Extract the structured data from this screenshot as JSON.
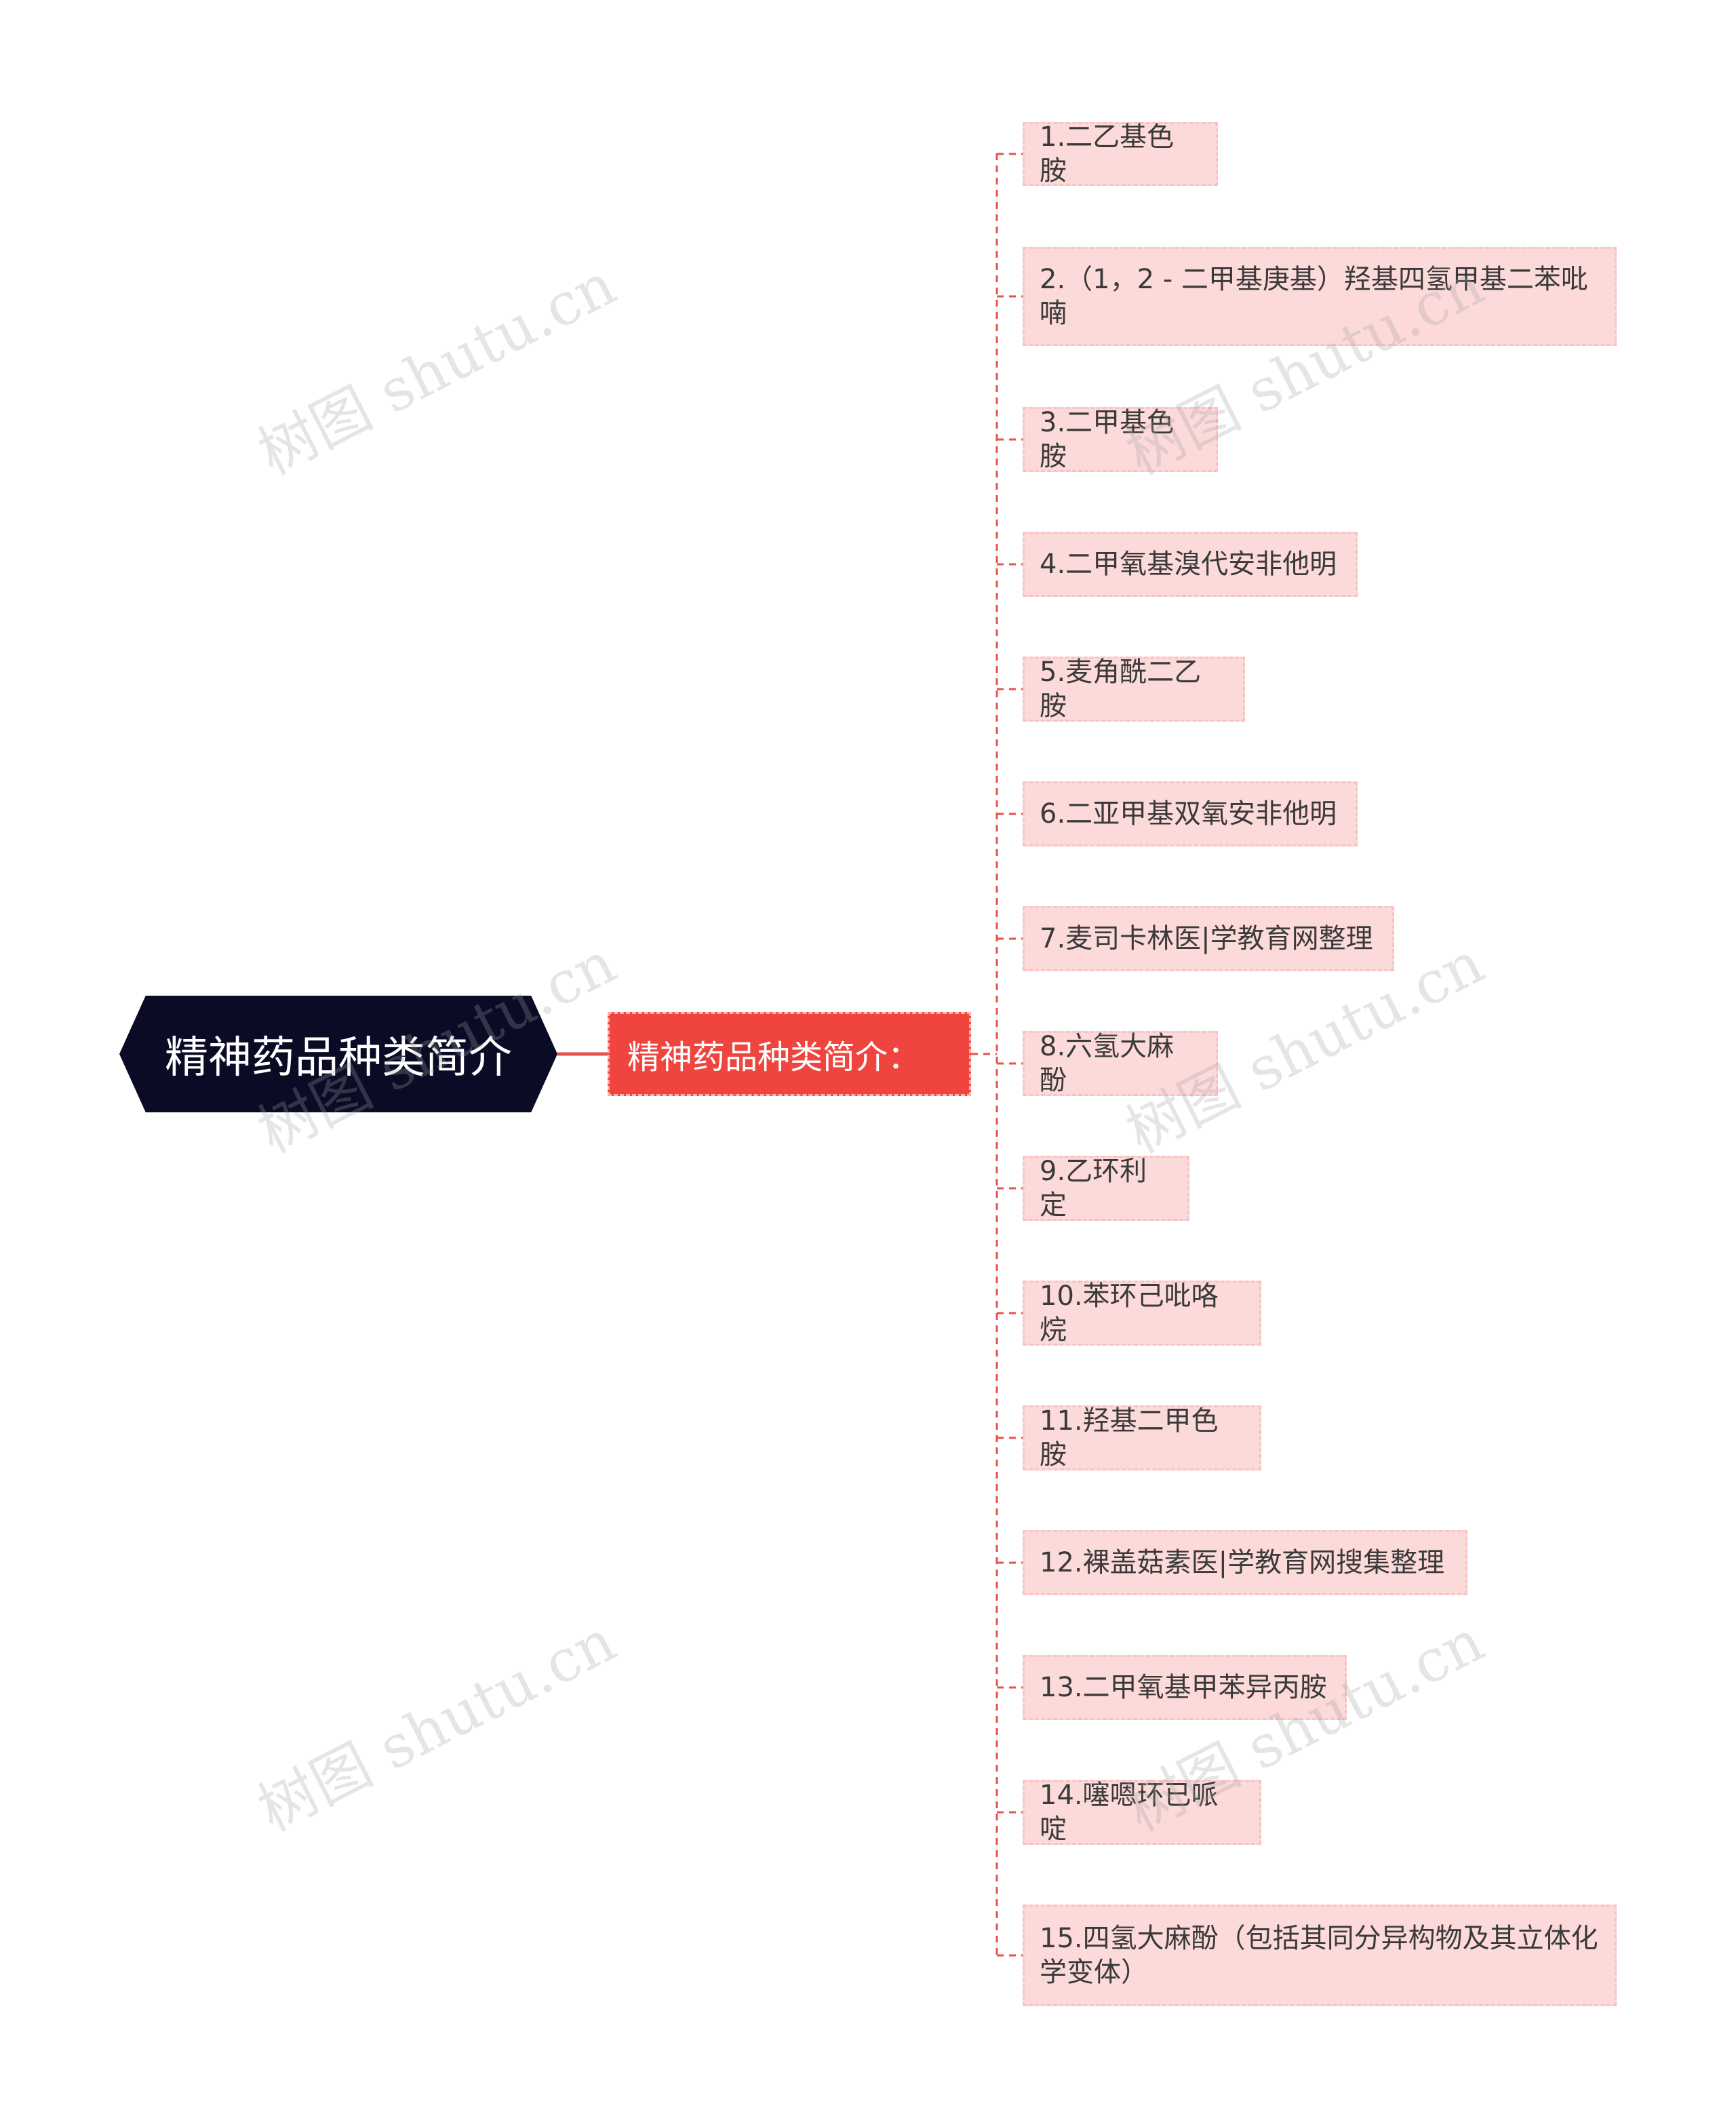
{
  "root": {
    "label": "精神药品种类简介"
  },
  "category": {
    "label": "精神药品种类简介："
  },
  "items": [
    "1.二乙基色胺",
    "2.（1，2 - 二甲基庚基）羟基四氢甲基二苯吡喃",
    "3.二甲基色胺",
    "4.二甲氧基溴代安非他明",
    "5.麦角酰二乙胺",
    "6.二亚甲基双氧安非他明",
    "7.麦司卡林医|学教育网整理",
    "8.六氢大麻酚",
    "9.乙环利定",
    "10.苯环己吡咯烷",
    "11.羟基二甲色胺",
    "12.裸盖菇素医|学教育网搜集整理",
    "13.二甲氧基甲苯异丙胺",
    "14.噻嗯环已哌啶",
    "15.四氢大麻酚（包括其同分异构物及其立体化学变体）"
  ],
  "watermark": "树图 shutu.cn",
  "colors": {
    "root_bg": "#0b0b26",
    "category_bg": "#f0453e",
    "leaf_bg": "#fddada",
    "connector": "#e8524c"
  }
}
